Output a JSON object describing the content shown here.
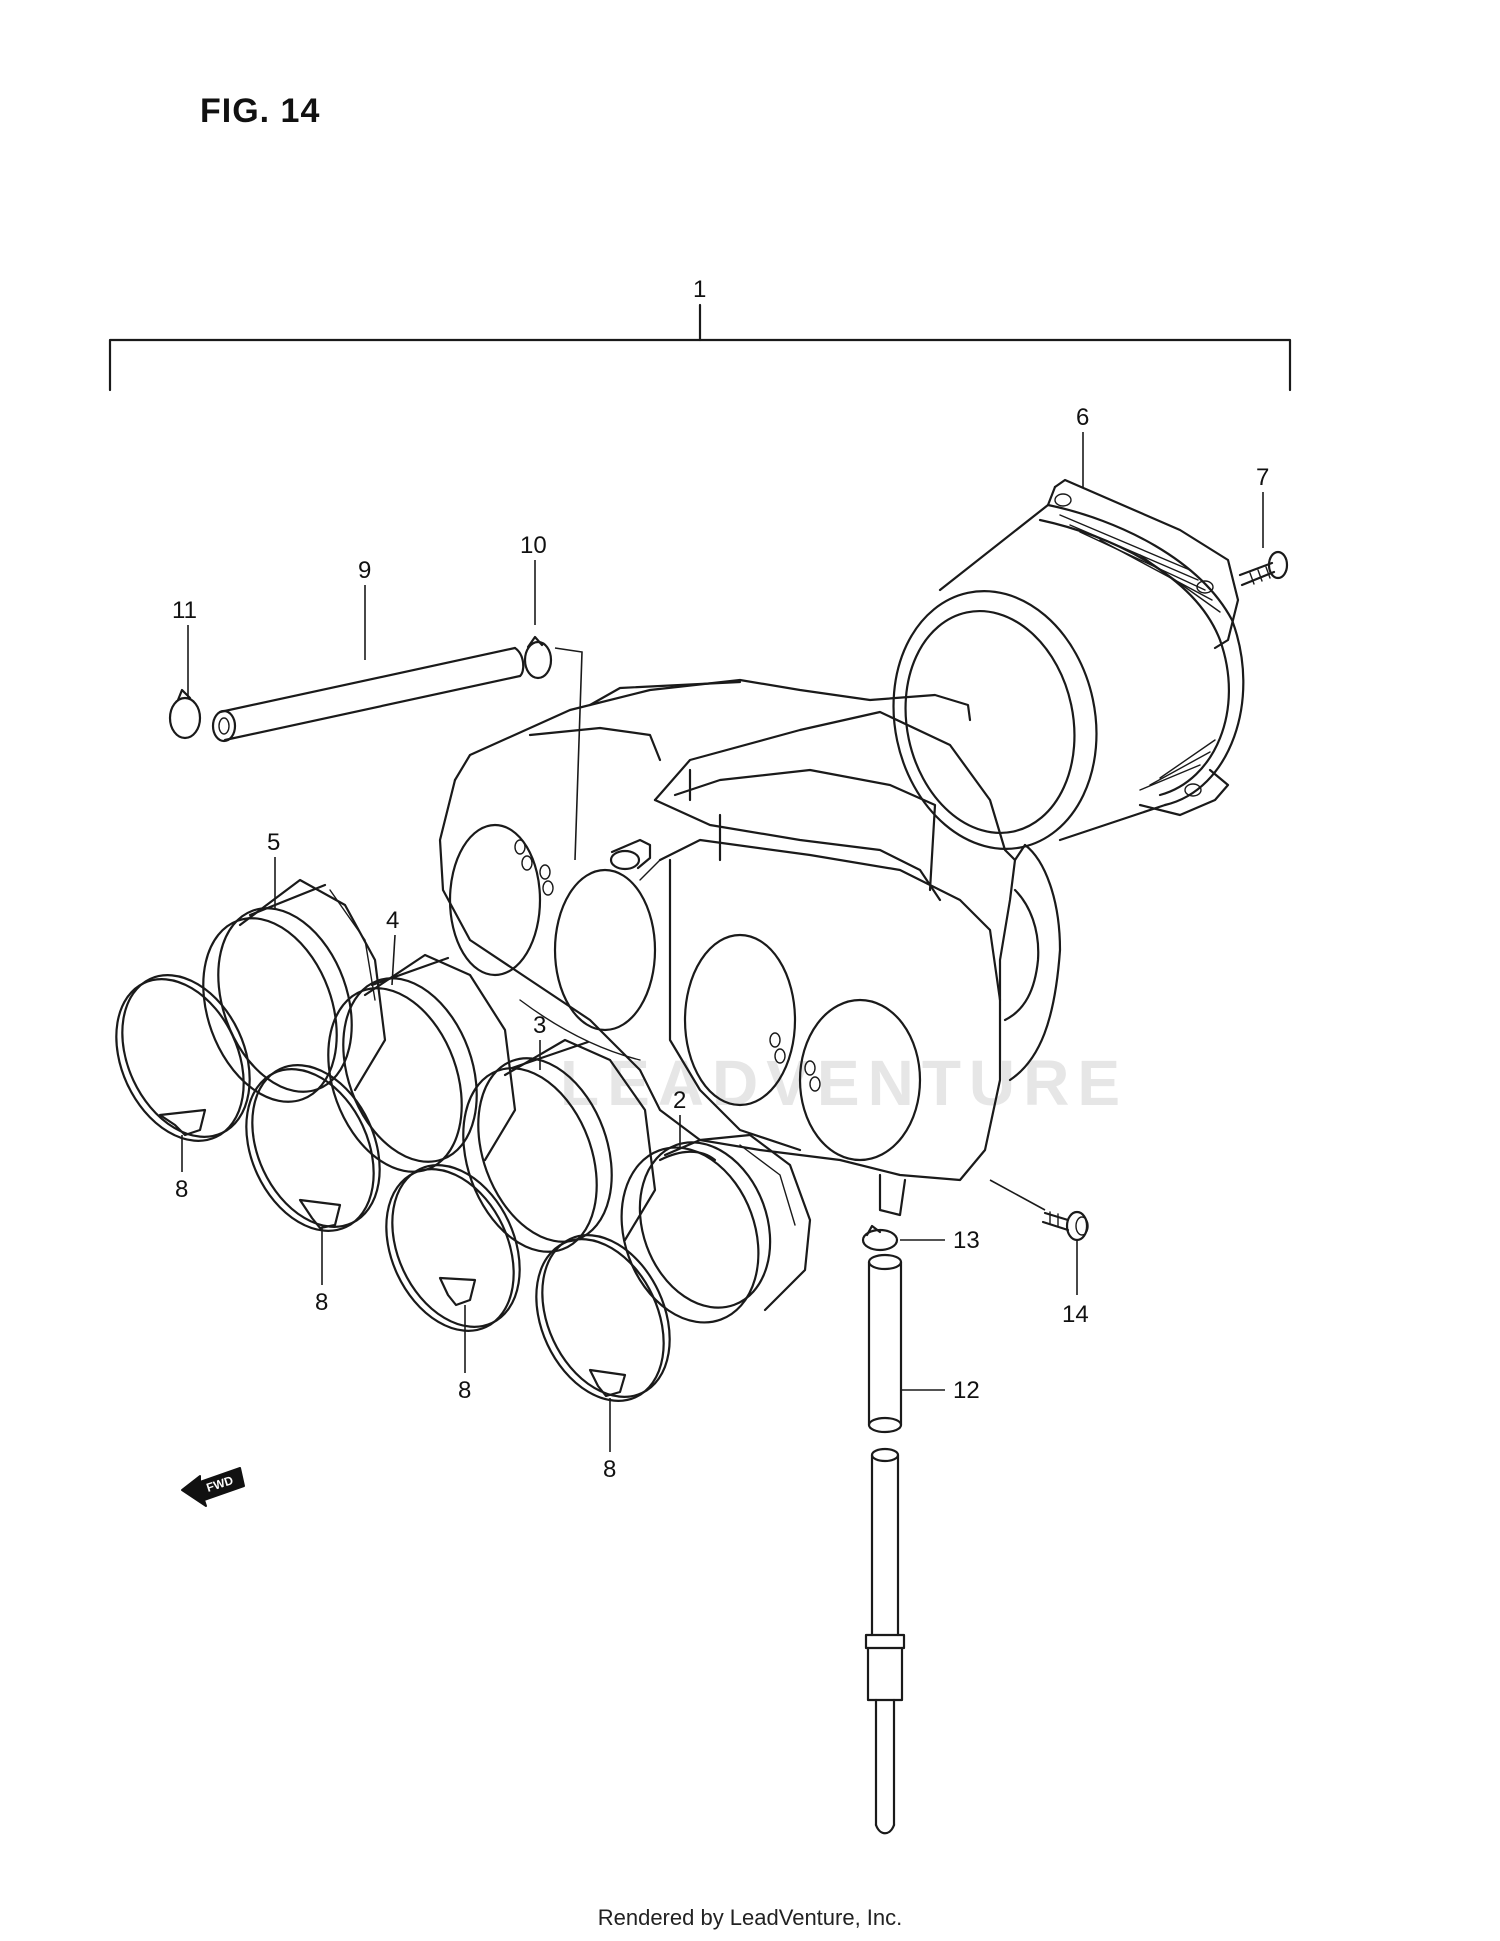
{
  "figure": {
    "title": "FIG. 14"
  },
  "watermark": {
    "text": "LEADVENTURE"
  },
  "footer": {
    "credit": "Rendered by LeadVenture, Inc."
  },
  "forward_arrow": {
    "label": "FWD"
  },
  "callouts": {
    "c1": "1",
    "c2": "2",
    "c3": "3",
    "c4": "4",
    "c5": "5",
    "c6": "6",
    "c7": "7",
    "c8a": "8",
    "c8b": "8",
    "c8c": "8",
    "c8d": "8",
    "c9": "9",
    "c10": "10",
    "c11": "11",
    "c12": "12",
    "c13": "13",
    "c14": "14"
  },
  "parts": [
    {
      "ref": "1",
      "name": "air-cleaner-assembly"
    },
    {
      "ref": "2",
      "name": "intake-boot"
    },
    {
      "ref": "3",
      "name": "intake-boot"
    },
    {
      "ref": "4",
      "name": "intake-boot"
    },
    {
      "ref": "5",
      "name": "intake-boot"
    },
    {
      "ref": "6",
      "name": "air-cleaner-element"
    },
    {
      "ref": "7",
      "name": "screw"
    },
    {
      "ref": "8",
      "name": "clamp"
    },
    {
      "ref": "9",
      "name": "hose"
    },
    {
      "ref": "10",
      "name": "hose-clip"
    },
    {
      "ref": "11",
      "name": "hose-clip"
    },
    {
      "ref": "12",
      "name": "drain-tube"
    },
    {
      "ref": "13",
      "name": "clip"
    },
    {
      "ref": "14",
      "name": "screw"
    }
  ]
}
